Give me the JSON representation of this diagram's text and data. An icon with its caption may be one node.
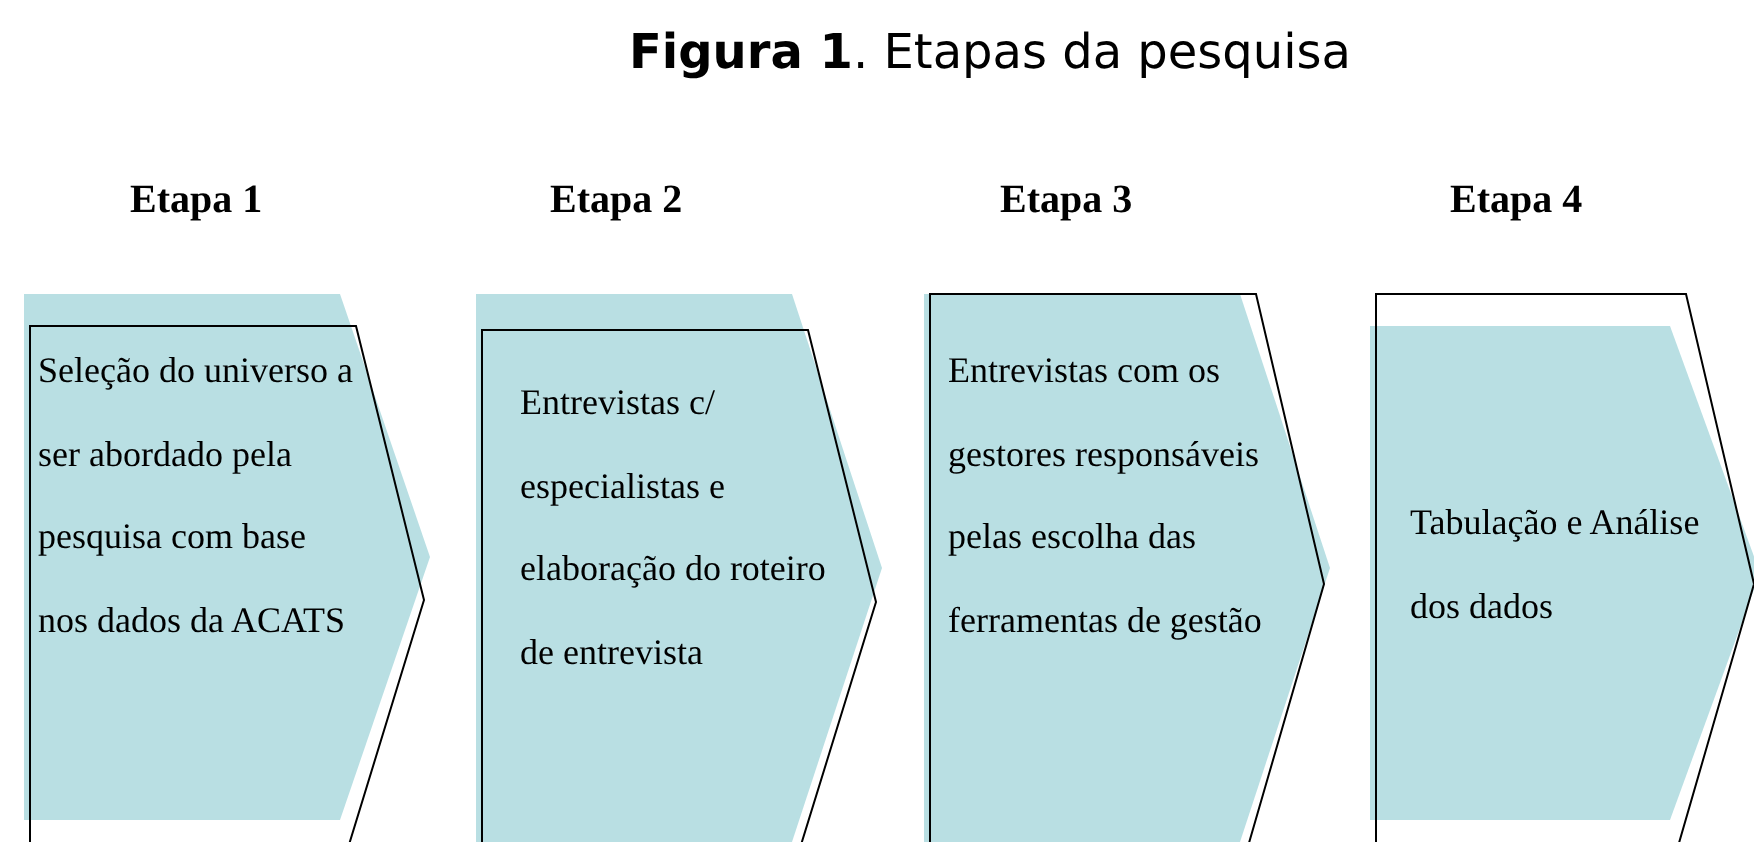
{
  "diagram": {
    "title": "**Figura 1**. Etapas da pesquisa",
    "nodes": [
      {
        "text": [
          "Etapa 1",
          "Seleção do universo a ser abordado pela pesquisa com base nos dados da ACATS"
        ]
      },
      {
        "text": [
          "Etapa 2",
          "Entrevistas c/ especialistas e elaboração do roteiro de entrevista"
        ]
      },
      {
        "text": [
          "Etapa 3",
          "Entrevistas com os gestores responsáveis pelas escolha das ferramentas de gestão"
        ]
      },
      {
        "text": [
          "Etapa 4",
          "Tabulação e Análise dos dados"
        ]
      }
    ],
    "edges": []
  }
}
